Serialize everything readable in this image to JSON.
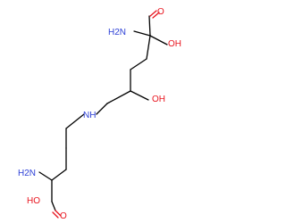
{
  "colors": {
    "bond": "#000000",
    "oxygen": "#e8141e",
    "nitrogen": "#2c3fd6"
  },
  "atom_labels": {
    "o_top": "O",
    "oh_top": "OH",
    "nh2_top": "H2N",
    "oh_middle": "OH",
    "nh_middle": "NH",
    "nh2_bottom": "H2N",
    "oh_bottom": "HO",
    "o_bottom": "O"
  }
}
